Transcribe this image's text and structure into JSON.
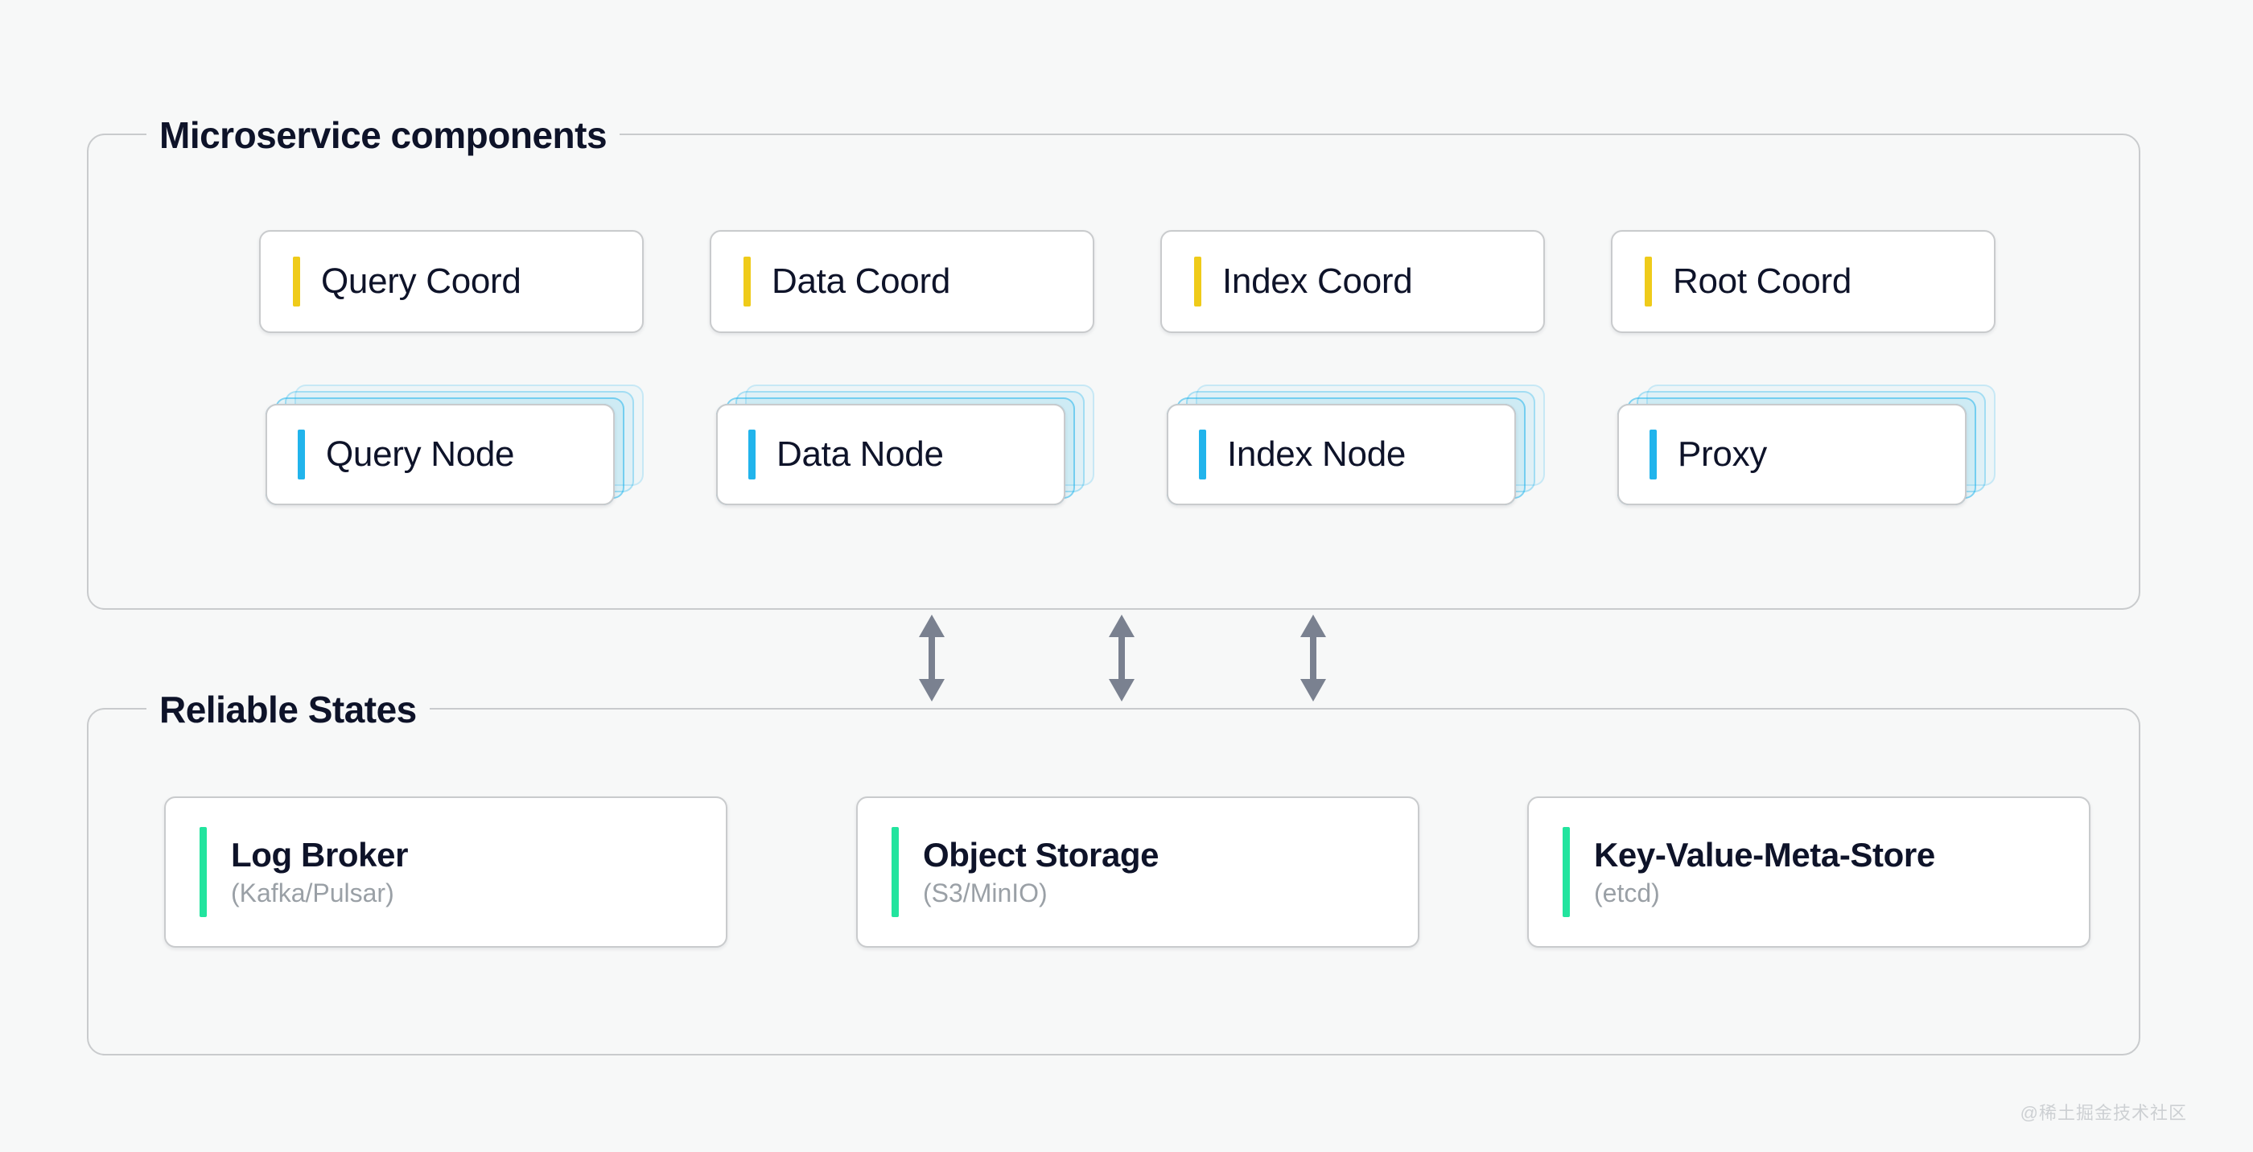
{
  "colors": {
    "background": "#f7f8f8",
    "frame_border": "#c9cbcd",
    "card_border": "#c9cbcd",
    "text_primary": "#0e1329",
    "text_muted": "#9aa0a6",
    "accent_coordinator": "#efcb1a",
    "accent_node": "#21b4ec",
    "accent_state": "#22e49e",
    "arrow": "#7a8190",
    "watermark": "#cdd0d3"
  },
  "sections": {
    "microservice": {
      "title": "Microservice components",
      "coordinators": [
        {
          "label": "Query Coord"
        },
        {
          "label": "Data Coord"
        },
        {
          "label": "Index Coord"
        },
        {
          "label": "Root Coord"
        }
      ],
      "nodes": [
        {
          "label": "Query Node",
          "stack_layers": 4
        },
        {
          "label": "Data Node",
          "stack_layers": 4
        },
        {
          "label": "Index Node",
          "stack_layers": 4
        },
        {
          "label": "Proxy",
          "stack_layers": 4
        }
      ]
    },
    "reliable_states": {
      "title": "Reliable States",
      "items": [
        {
          "title": "Log Broker",
          "subtitle": "(Kafka/Pulsar)"
        },
        {
          "title": "Object Storage",
          "subtitle": "(S3/MinIO)"
        },
        {
          "title": "Key-Value-Meta-Store",
          "subtitle": "(etcd)"
        }
      ]
    }
  },
  "connectors": {
    "count": 3,
    "style": "double-headed-vertical-arrow"
  },
  "watermark": "@稀土掘金技术社区"
}
